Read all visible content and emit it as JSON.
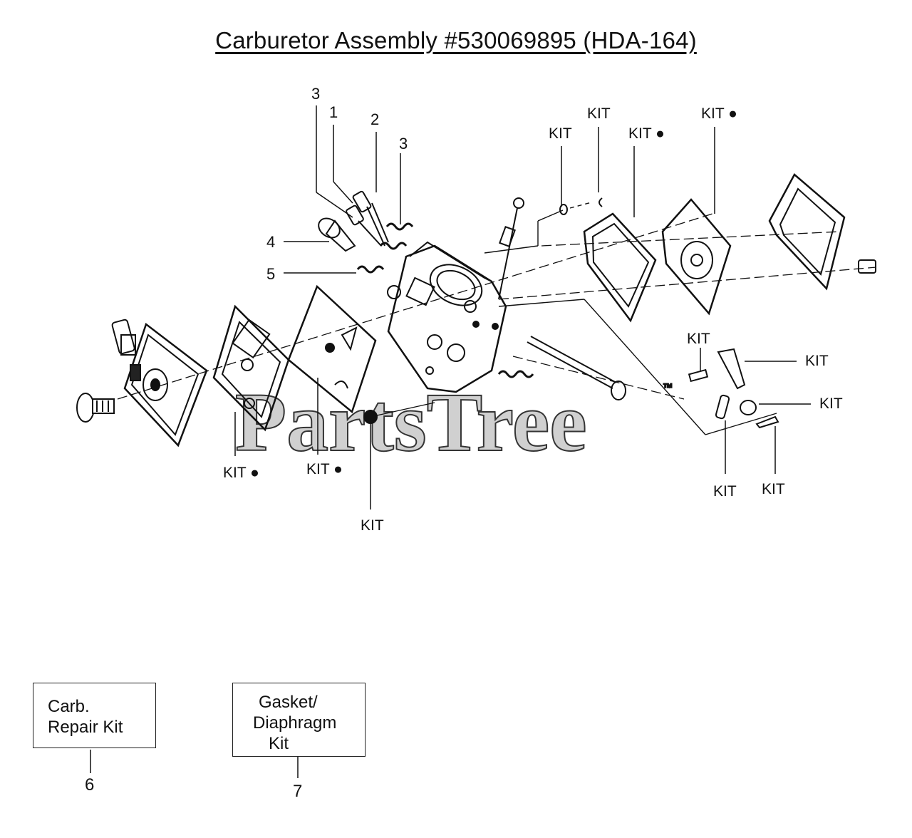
{
  "title": "Carburetor Assembly #530069895 (HDA-164)",
  "watermark": "PartsTree",
  "watermark_tm": "™",
  "callouts": {
    "n3a": "3",
    "n1": "1",
    "n2": "2",
    "n3b": "3",
    "n4": "4",
    "n5": "5"
  },
  "kit_labels": {
    "k_top1": "KIT",
    "k_top2": "KIT",
    "k_top3": "KIT ●",
    "k_top4": "KIT ●",
    "k_r1": "KIT",
    "k_r2": "KIT",
    "k_r3": "KIT",
    "k_r4": "KIT",
    "k_r5": "KIT",
    "k_b1": "KIT ●",
    "k_b2": "KIT ●",
    "k_b3": "KIT"
  },
  "legend": {
    "repair_kit": {
      "line1": "Carb.",
      "line2": "Repair Kit",
      "ref": "6"
    },
    "gasket_kit": {
      "line1": "Gasket/",
      "line2": "Diaphragm",
      "line3": "Kit",
      "ref": "7"
    }
  },
  "colors": {
    "ink": "#111111",
    "watermark": "#c8c8c8",
    "background": "#ffffff"
  }
}
